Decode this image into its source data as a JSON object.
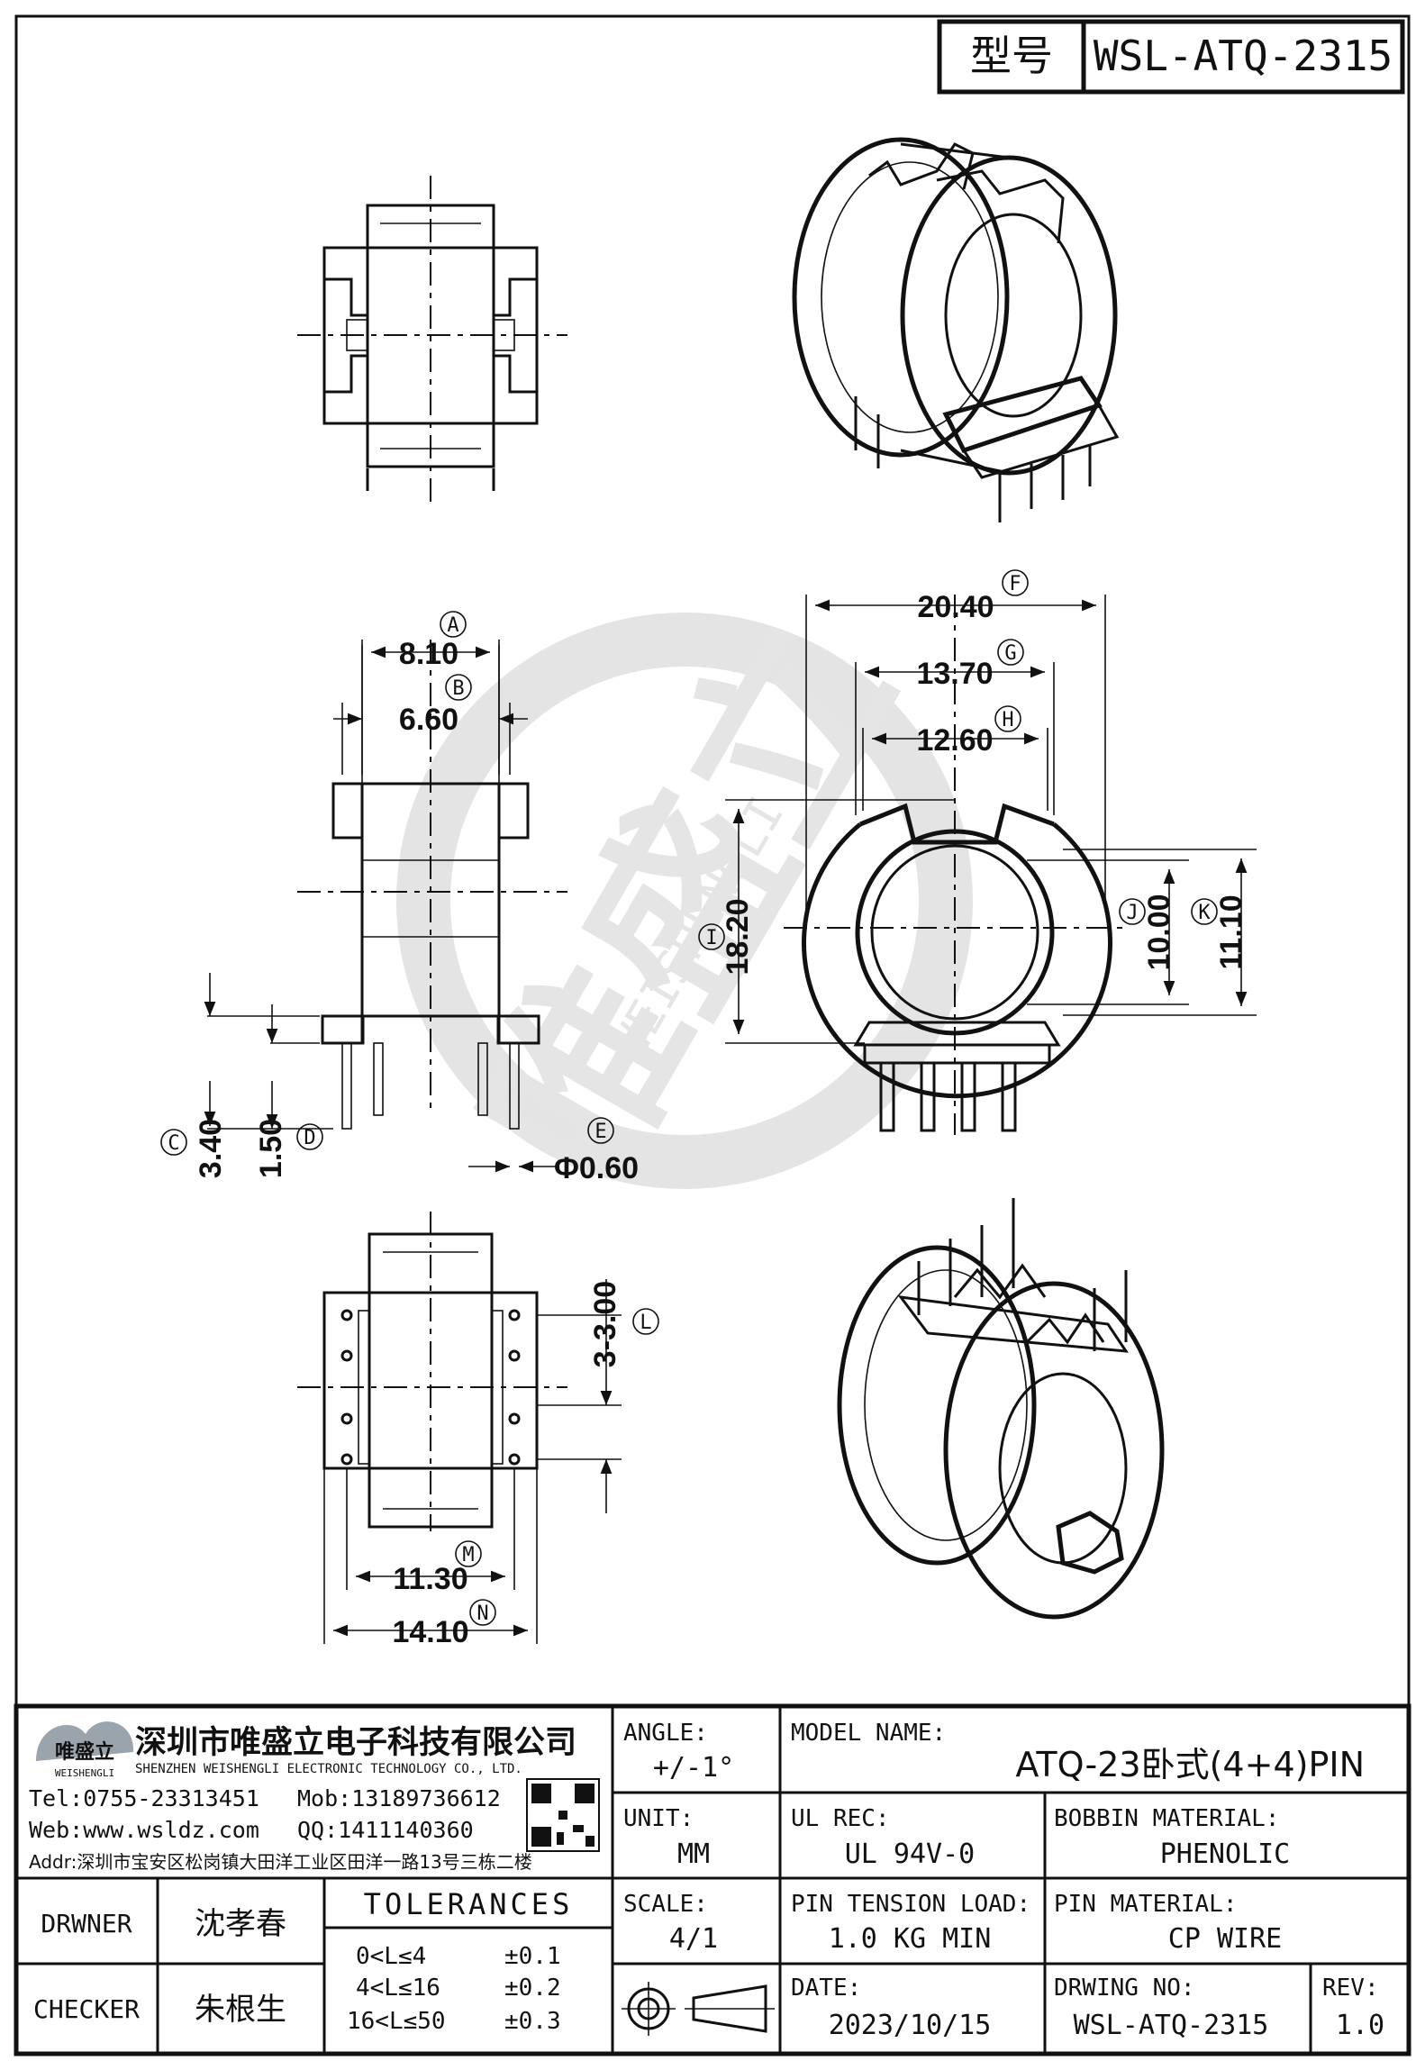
{
  "header": {
    "type_label": "型号",
    "model_code": "WSL-ATQ-2315"
  },
  "dimensions": {
    "A": {
      "letter": "A",
      "value": "8.10"
    },
    "B": {
      "letter": "B",
      "value": "6.60"
    },
    "C": {
      "letter": "C",
      "value": "3.40"
    },
    "D": {
      "letter": "D",
      "value": "1.50"
    },
    "E": {
      "letter": "E",
      "value": "Φ0.60"
    },
    "F": {
      "letter": "F",
      "value": "20.40"
    },
    "G": {
      "letter": "G",
      "value": "13.70"
    },
    "H": {
      "letter": "H",
      "value": "12.60"
    },
    "I": {
      "letter": "I",
      "value": "18.20"
    },
    "J": {
      "letter": "J",
      "value": "10.00"
    },
    "K": {
      "letter": "K",
      "value": "11.10"
    },
    "L": {
      "letter": "L",
      "value": "3-3.00"
    },
    "M": {
      "letter": "M",
      "value": "11.30"
    },
    "N": {
      "letter": "N",
      "value": "14.10"
    }
  },
  "company": {
    "logo_text": "唯盛立",
    "logo_sub": "WEISHENGLI",
    "name_cn": "深圳市唯盛立电子科技有限公司",
    "name_en": "SHENZHEN WEISHENGLI ELECTRONIC TECHNOLOGY CO., LTD.",
    "tel": "Tel:0755-23313451",
    "mob": "Mob:13189736612",
    "web": "Web:www.wsldz.com",
    "qq": "QQ:1411140360",
    "addr": "Addr:深圳市宝安区松岗镇大田洋工业区田洋一路13号三栋二楼"
  },
  "title_block": {
    "angle_label": "ANGLE:",
    "angle_value": "+/-1°",
    "model_name_label": "MODEL NAME:",
    "model_name_value": "ATQ-23卧式(4+4)PIN",
    "unit_label": "UNIT:",
    "unit_value": "MM",
    "ul_label": "UL REC:",
    "ul_value": "UL 94V-0",
    "bobbin_label": "BOBBIN MATERIAL:",
    "bobbin_value": "PHENOLIC",
    "drawer_label": "DRWNER",
    "drawer_value": "沈孝春",
    "checker_label": "CHECKER",
    "checker_value": "朱根生",
    "tolerances_label": "TOLERANCES",
    "tolerances": [
      {
        "range": "0<L≤4",
        "tol": "±0.1"
      },
      {
        "range": "4<L≤16",
        "tol": "±0.2"
      },
      {
        "range": "16<L≤50",
        "tol": "±0.3"
      }
    ],
    "scale_label": "SCALE:",
    "scale_value": "4/1",
    "pin_tension_label": "PIN TENSION LOAD:",
    "pin_tension_value": "1.0 KG MIN",
    "pin_material_label": "PIN MATERIAL:",
    "pin_material_value": "CP WIRE",
    "date_label": "DATE:",
    "date_value": "2023/10/15",
    "drawing_no_label": "DRWING NO:",
    "drawing_no_value": "WSL-ATQ-2315",
    "rev_label": "REV:",
    "rev_value": "1.0"
  },
  "watermark": {
    "cn": "唯盛立",
    "en": "WEISHENGLI"
  }
}
